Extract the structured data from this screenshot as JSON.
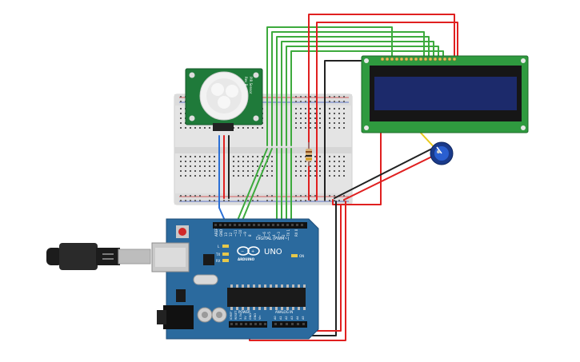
{
  "arduino": {
    "brand": "ARDUINO",
    "model": "UNO",
    "digital_label": "DIGITAL (PWM~)",
    "power_label": "POWER",
    "analog_label": "ANALOG IN",
    "aref_label": "AREF",
    "gnd_label": "GND",
    "pin13": "13",
    "pin12": "12",
    "pin11": "~11",
    "pin10": "~10",
    "pin9": "~9",
    "pin8": "8",
    "pin7": "7",
    "pin6": "~6",
    "pin5": "~5",
    "pin4": "4",
    "pin3": "~3",
    "pin2": "2",
    "tx1": "TX 1",
    "rx0": "RX 0",
    "led_l": "L",
    "led_tx": "TX",
    "led_rx": "RX",
    "led_on": "ON",
    "power_pins": [
      "IOREF",
      "RESET",
      "3.3V",
      "5V",
      "GND",
      "GND",
      "Vin"
    ],
    "analog_pins": [
      "A0",
      "A1",
      "A2",
      "A3",
      "A4",
      "A5"
    ]
  },
  "pir": {
    "title": "PIR Sensor",
    "rev": "Rev B"
  },
  "lcd": {
    "pin_count": 16
  },
  "colors": {
    "red_wire": "#e02020",
    "black_wire": "#222222",
    "green_wire": "#3daa3d",
    "blue_wire": "#2a6fd6",
    "yellow_wire": "#e8c81a",
    "arduino_board": "#2b6a9e",
    "pcb_green": "#1f7a3a",
    "lcd_screen": "#1c2a6b",
    "breadboard": "#e6e6e6"
  },
  "icons": {
    "arduino_logo": "infinity-logo-icon",
    "usb_cable": "usb-cable-icon",
    "potentiometer": "knob-icon"
  }
}
